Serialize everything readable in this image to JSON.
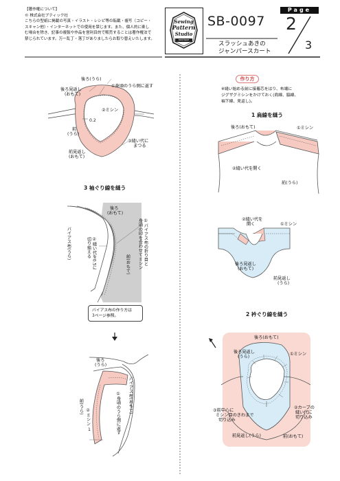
{
  "header": {
    "copyright_title": "【著作権について】",
    "copyright_owner": "© 株式会社ブティック社",
    "copyright_lines": [
      "こちらの型紙に掲載の写真・イラスト・レシピ等の転載・複写（コピー・",
      "スキャン他）・インターネットでの使用を禁じます。また、個人的に楽し",
      "む場合を除き、記事の複製や作品を営利目的で販売することは著作権法で",
      "禁じられています。万一乱丁・落丁がありましたらお取り替えいたします。"
    ],
    "logo_lines": [
      "Sewing",
      "Pattern",
      "Studio"
    ],
    "logo_sub": "boutique",
    "code": "SB-0097",
    "product_name_lines": [
      "スラッシュあきの",
      "ジャンパースカート"
    ],
    "page_label": "Page",
    "page_current": "2",
    "page_total": "3"
  },
  "left": {
    "fig1": {
      "back_facing_ura": "後ろ(うら)",
      "back_facing": "後ろ見返し",
      "back_facing_omote": "(おもて)",
      "step1": "①身頃のうら側に返す",
      "step2": "②ミシン",
      "measure": "0.2",
      "front_label": "前",
      "front_ura": "(うら)",
      "front_facing": "前見返し",
      "front_facing_omote": "(おもて)",
      "step3": "③縫い代に",
      "step3b": "まつる"
    },
    "sec3_title": "3 袖ぐり線を縫う",
    "fig3": {
      "back": "後ろ",
      "back_omote": "(おもて)",
      "bias_ura": "バイアス布(うら)",
      "step1": "①バイアス布の折り目と",
      "step1b": "身頃の印を合わせてミシン",
      "step2": "②縫い代を0.5に",
      "step2b": "切り揃える",
      "front_omote": "前(おもて)"
    },
    "bias_note_lines": [
      "バイアス布の作り方は",
      "3ページ参照。"
    ],
    "fig4": {
      "back": "後ろ",
      "back_ura": "(うら)",
      "bias_omote": "バイアス布(おもて)",
      "step1": "①身頃のうら側に返す",
      "front_ura": "前(うら)",
      "step2": "②ミシン",
      "measure": "1"
    }
  },
  "right": {
    "method_label": "作り方",
    "note_lines": [
      "※縫い始める前に接着芯をはり、布端に",
      "ジグザグミシンをかけておく(肩線、脇線、",
      "袖下線、見返し)。"
    ],
    "sec1_title": "1 肩線を縫う",
    "fig1": {
      "back_omote": "後ろ(おもて)",
      "step1": "①ミシン",
      "step2": "②縫い代を開く",
      "front_ura": "前(うら)"
    },
    "fig2": {
      "step2": "②縫い代を",
      "step2b": "開く",
      "step1": "①ミシン",
      "back_facing": "後ろ見返し",
      "back_facing_omote": "(おもて)",
      "front_facing": "前見返し",
      "front_facing_ura": "(うら)"
    },
    "sec2_title": "2 衿ぐり線を縫う",
    "fig3": {
      "back_omote": "後ろ(おもて)",
      "back_facing": "後ろ見返し",
      "back_facing_ura": "(うら)",
      "step1": "①ミシン",
      "step3": "③前中心に",
      "step3b": "ミシン目のきわまで",
      "step3c": "切り込み",
      "step2": "②カーブの",
      "step2b": "縫い代に",
      "step2c": "切り込み",
      "front_facing_ura": "前見返し(うら)",
      "front_omote": "前(おもて)"
    }
  }
}
